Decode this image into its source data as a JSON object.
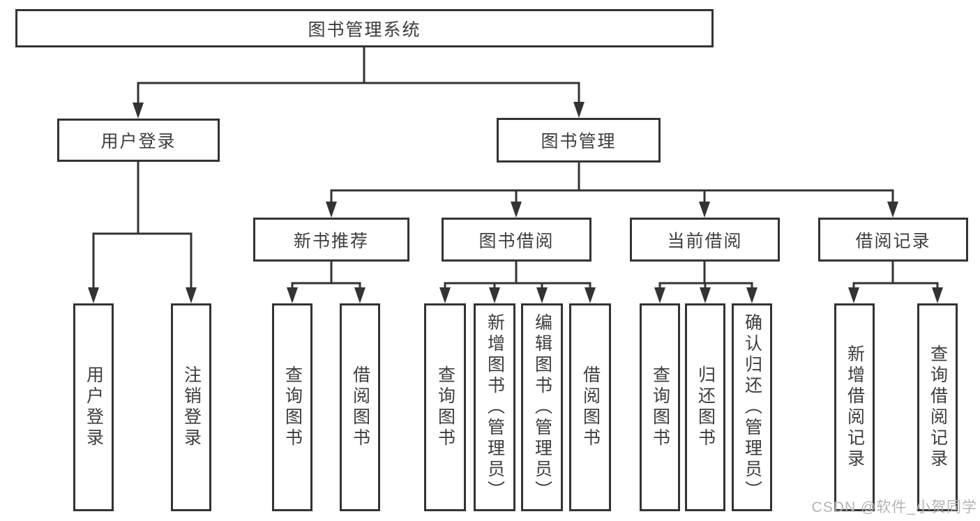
{
  "diagram": {
    "title": "图书管理系统",
    "type": "hierarchy-diagram"
  },
  "watermark": "CSDN @软件_小贺同学",
  "colors": {
    "line": "#333333",
    "box_border": "#333333",
    "box_background": "#ffffff",
    "label_text": "#3d3d3d",
    "watermark_text": "#b4b4b4",
    "page_background": "#ffffff"
  },
  "nodes": [
    {
      "id": "root",
      "label": "图书管理系统",
      "level": 1,
      "orientation": "horizontal"
    },
    {
      "id": "user-login",
      "label": "用户登录",
      "level": 2,
      "orientation": "horizontal"
    },
    {
      "id": "book-management",
      "label": "图书管理",
      "level": 2,
      "orientation": "horizontal"
    },
    {
      "id": "new-book-recommend",
      "label": "新书推荐",
      "level": 3,
      "orientation": "horizontal"
    },
    {
      "id": "book-borrowing",
      "label": "图书借阅",
      "level": 3,
      "orientation": "horizontal"
    },
    {
      "id": "current-borrowing",
      "label": "当前借阅",
      "level": 3,
      "orientation": "horizontal"
    },
    {
      "id": "borrowing-records",
      "label": "借阅记录",
      "level": 3,
      "orientation": "horizontal"
    },
    {
      "id": "leaf-user-login",
      "label": "用户登录",
      "level": 4,
      "orientation": "vertical"
    },
    {
      "id": "leaf-logout",
      "label": "注销登录",
      "level": 4,
      "orientation": "vertical"
    },
    {
      "id": "leaf-query-books-recommend",
      "label": "查询图书",
      "level": 4,
      "orientation": "vertical"
    },
    {
      "id": "leaf-borrow-books-recommend",
      "label": "借阅图书",
      "level": 4,
      "orientation": "vertical"
    },
    {
      "id": "leaf-query-books-borrowing",
      "label": "查询图书",
      "level": 4,
      "orientation": "vertical"
    },
    {
      "id": "leaf-add-books-admin",
      "label": "新增图书（管理员）",
      "level": 4,
      "orientation": "vertical"
    },
    {
      "id": "leaf-edit-books-admin",
      "label": "编辑图书（管理员）",
      "level": 4,
      "orientation": "vertical"
    },
    {
      "id": "leaf-borrow-books-borrowing",
      "label": "借阅图书",
      "level": 4,
      "orientation": "vertical"
    },
    {
      "id": "leaf-query-books-current",
      "label": "查询图书",
      "level": 4,
      "orientation": "vertical"
    },
    {
      "id": "leaf-return-books",
      "label": "归还图书",
      "level": 4,
      "orientation": "vertical"
    },
    {
      "id": "leaf-confirm-return-admin",
      "label": "确认归还（管理员）",
      "level": 4,
      "orientation": "vertical"
    },
    {
      "id": "leaf-add-borrow-record",
      "label": "新增借阅记录",
      "level": 4,
      "orientation": "vertical"
    },
    {
      "id": "leaf-query-borrow-record",
      "label": "查询借阅记录",
      "level": 4,
      "orientation": "vertical"
    }
  ],
  "edges": [
    {
      "from": "root",
      "to": "user-login"
    },
    {
      "from": "root",
      "to": "book-management"
    },
    {
      "from": "user-login",
      "to": "leaf-user-login"
    },
    {
      "from": "user-login",
      "to": "leaf-logout"
    },
    {
      "from": "book-management",
      "to": "new-book-recommend"
    },
    {
      "from": "book-management",
      "to": "book-borrowing"
    },
    {
      "from": "book-management",
      "to": "current-borrowing"
    },
    {
      "from": "book-management",
      "to": "borrowing-records"
    },
    {
      "from": "new-book-recommend",
      "to": "leaf-query-books-recommend"
    },
    {
      "from": "new-book-recommend",
      "to": "leaf-borrow-books-recommend"
    },
    {
      "from": "book-borrowing",
      "to": "leaf-query-books-borrowing"
    },
    {
      "from": "book-borrowing",
      "to": "leaf-add-books-admin"
    },
    {
      "from": "book-borrowing",
      "to": "leaf-edit-books-admin"
    },
    {
      "from": "book-borrowing",
      "to": "leaf-borrow-books-borrowing"
    },
    {
      "from": "current-borrowing",
      "to": "leaf-query-books-current"
    },
    {
      "from": "current-borrowing",
      "to": "leaf-return-books"
    },
    {
      "from": "current-borrowing",
      "to": "leaf-confirm-return-admin"
    },
    {
      "from": "borrowing-records",
      "to": "leaf-add-borrow-record"
    },
    {
      "from": "borrowing-records",
      "to": "leaf-query-borrow-record"
    }
  ]
}
